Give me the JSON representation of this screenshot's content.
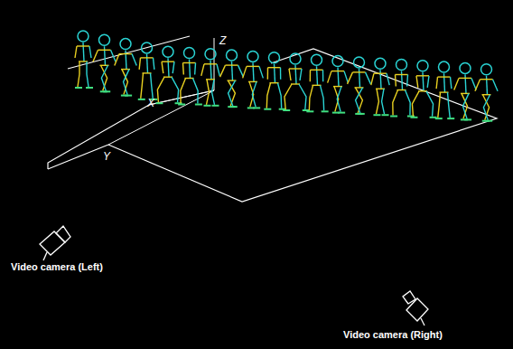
{
  "diagram": {
    "labels": [
      "Z",
      "X",
      "Y",
      "Video camera (Left)",
      "Video camera (Right)"
    ]
  }
}
